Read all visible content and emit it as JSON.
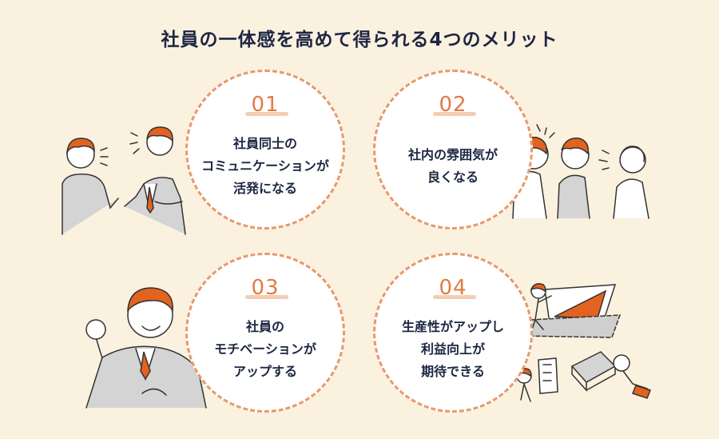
{
  "title": "社員の一体感を高めて得られる4つのメリット",
  "benefits": [
    {
      "number": "01",
      "lines": [
        "社員同士の",
        "コミュニケーションが",
        "活発になる"
      ]
    },
    {
      "number": "02",
      "lines": [
        "社内の雰囲気が",
        "良くなる"
      ]
    },
    {
      "number": "03",
      "lines": [
        "社員の",
        "モチベーションが",
        "アップする"
      ]
    },
    {
      "number": "04",
      "lines": [
        "生産性がアップし",
        "利益向上が",
        "期待できる"
      ]
    }
  ],
  "colors": {
    "accent": "#e27a45",
    "dashed_border": "#e69a6c",
    "background": "#fbf1df",
    "text": "#1c2642"
  },
  "illustrations": [
    "two-coworkers-talking",
    "three-people-smiling",
    "cheering-businessman",
    "team-building-chart"
  ]
}
